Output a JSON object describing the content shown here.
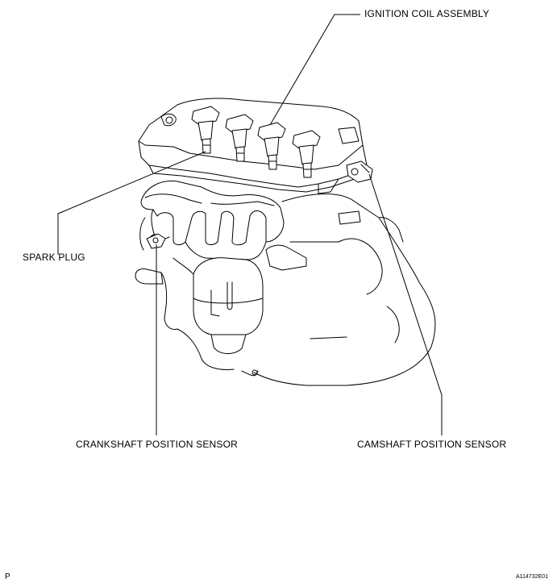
{
  "labels": {
    "ignition_coil": "IGNITION COIL ASSEMBLY",
    "spark_plug": "SPARK PLUG",
    "crankshaft_sensor": "CRANKSHAFT POSITION SENSOR",
    "camshaft_sensor": "CAMSHAFT POSITION SENSOR"
  },
  "footer": {
    "page_mark": "P",
    "figure_id": "A114732E01"
  }
}
